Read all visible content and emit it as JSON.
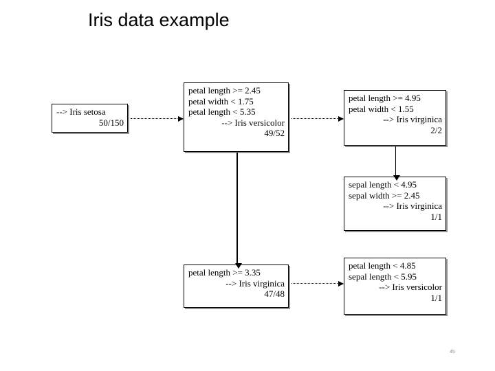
{
  "slide": {
    "title": "Iris data example",
    "page_number": "45",
    "background_color": "#ffffff",
    "text_color": "#000000",
    "page_number_color": "#8c8c8c"
  },
  "nodes": [
    {
      "id": "node-setosa",
      "name": "iris-setosa-node",
      "lines": [
        {
          "text": "--> Iris setosa",
          "align": "left"
        },
        {
          "text": "50/150",
          "align": "right"
        }
      ]
    },
    {
      "id": "node-versicolor",
      "name": "iris-versicolor-node",
      "lines": [
        {
          "text": "petal length >= 2.45",
          "align": "left"
        },
        {
          "text": "petal width < 1.75",
          "align": "left"
        },
        {
          "text": "petal length < 5.35",
          "align": "left"
        },
        {
          "text": "--> Iris versicolor",
          "align": "right"
        },
        {
          "text": "49/52",
          "align": "right"
        }
      ]
    },
    {
      "id": "node-virginica-a",
      "name": "iris-virginica-node-a",
      "lines": [
        {
          "text": "petal length >= 4.95",
          "align": "left"
        },
        {
          "text": "petal width < 1.55",
          "align": "left"
        },
        {
          "text": "--> Iris virginica",
          "align": "right"
        },
        {
          "text": "2/2",
          "align": "right"
        }
      ]
    },
    {
      "id": "node-virginica-b",
      "name": "iris-virginica-node-b",
      "lines": [
        {
          "text": "sepal length < 4.95",
          "align": "left"
        },
        {
          "text": "sepal width >= 2.45",
          "align": "left"
        },
        {
          "text": "--> Iris virginica",
          "align": "right"
        },
        {
          "text": "1/1",
          "align": "right"
        }
      ]
    },
    {
      "id": "node-virginica-c",
      "name": "iris-virginica-node-c",
      "lines": [
        {
          "text": "petal length >= 3.35",
          "align": "left"
        },
        {
          "text": "--> Iris virginica",
          "align": "right"
        },
        {
          "text": "47/48",
          "align": "right"
        }
      ]
    },
    {
      "id": "node-versicolor-b",
      "name": "iris-versicolor-node-b",
      "lines": [
        {
          "text": "petal length < 4.85",
          "align": "left"
        },
        {
          "text": "sepal length < 5.95",
          "align": "left"
        },
        {
          "text": "--> Iris versicolor",
          "align": "right"
        },
        {
          "text": "1/1",
          "align": "right"
        }
      ]
    }
  ],
  "edges": [
    {
      "id": "edge-setosa-versicolor",
      "from": "node-setosa",
      "to": "node-versicolor",
      "style": "dotted",
      "direction": "right"
    },
    {
      "id": "edge-versicolor-virginica",
      "from": "node-versicolor",
      "to": "node-virginica-a",
      "style": "dotted",
      "direction": "right"
    },
    {
      "id": "edge-virginicac-versicolorb",
      "from": "node-virginica-c",
      "to": "node-versicolor-b",
      "style": "dotted",
      "direction": "right"
    },
    {
      "id": "edge-versicolor-down",
      "from": "node-versicolor",
      "to": "node-virginica-c",
      "style": "solid",
      "direction": "down"
    },
    {
      "id": "edge-virginica-down",
      "from": "node-virginica-a",
      "to": "node-virginica-b",
      "style": "solid",
      "direction": "down"
    }
  ]
}
